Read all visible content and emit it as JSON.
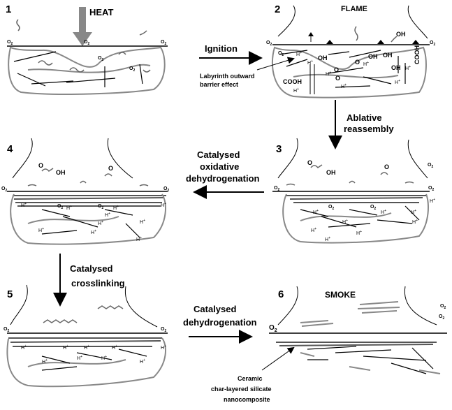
{
  "panels": [
    {
      "number": "1",
      "title": "HEAT"
    },
    {
      "number": "2",
      "title": "FLAME"
    },
    {
      "number": "3",
      "title": ""
    },
    {
      "number": "4",
      "title": ""
    },
    {
      "number": "5",
      "title": ""
    },
    {
      "number": "6",
      "title": "SMOKE"
    }
  ],
  "arrows": {
    "a1": "Ignition",
    "a2_line1": "Ablative",
    "a2_line2": "reassembly",
    "a3_line1": "Catalysed",
    "a3_line2": "oxidative",
    "a3_line3": "dehydrogenation",
    "a4_line1": "Catalysed",
    "a4_line2": "crosslinking",
    "a5_line1": "Catalysed",
    "a5_line2": "dehydrogenation"
  },
  "annotations": {
    "labyrinth_line1": "Labyrinth outward",
    "labyrinth_line2": "barrier effect",
    "ceramic_line1": "Ceramic",
    "ceramic_line2": "char-layered silicate",
    "ceramic_line3": "nanocomposite"
  },
  "species": {
    "o2": "O",
    "o2_sub": "2",
    "h_plus": "H",
    "plus": "+",
    "oh": "OH",
    "cooh": "COOH",
    "o": "O"
  }
}
